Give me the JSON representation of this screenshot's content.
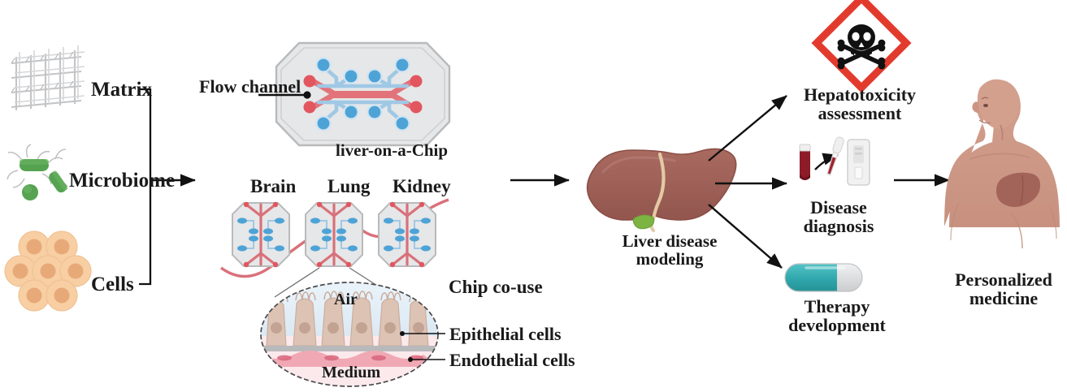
{
  "figure": {
    "title": "Liver-on-a-chip workflow schematic",
    "colors": {
      "arrow_black": "#111111",
      "chip_body": "#e6e7e8",
      "chip_border": "#b9babc",
      "vessel_red": "#e2737a",
      "port_red": "#e2565f",
      "channel_blue": "#9fc8e5",
      "well_blue": "#4ea3d6",
      "bacteria_green": "#4e9e4a",
      "cell_peach": "#f7cfa3",
      "cell_nucleus": "#e8a978",
      "matrix_gray": "#c9cacc",
      "liver_brown": "#9e5f56",
      "gallbladder_green": "#7cb342",
      "skin_tone": "#cf9b8a",
      "pill_teal": "#36b1b5",
      "pill_gray": "#dcdddf",
      "hazard_red": "#e23b2e",
      "blood_red": "#8e1c28",
      "epithelium_tan": "#ddc3b4",
      "endothelium_pink": "#f0a9b4",
      "air_blue": "#e3eef7",
      "medium_pink": "#fbe9ec",
      "membrane_gray": "#b8b9bb"
    },
    "inputs": {
      "bracket_label": "input-bracket",
      "items": [
        {
          "label": "Matrix",
          "icon": "matrix-mesh-icon"
        },
        {
          "label": "Microbiome",
          "icon": "bacteria-icon"
        },
        {
          "label": "Cells",
          "icon": "cell-cluster-icon"
        }
      ]
    },
    "chip_section": {
      "flow_channel_label": "Flow channel",
      "chip_caption": "liver-on-a-Chip",
      "co_use_caption": "Chip co-use",
      "organ_chips": [
        {
          "label": "Brain"
        },
        {
          "label": "Lung"
        },
        {
          "label": "Kidney"
        }
      ],
      "inset": {
        "top_label": "Air",
        "bottom_label": "Medium",
        "callouts": [
          {
            "label": "Epithelial cells"
          },
          {
            "label": "Endothelial cells"
          }
        ]
      }
    },
    "liver": {
      "caption_line1": "Liver  disease",
      "caption_line2": "modeling"
    },
    "outputs": [
      {
        "label_line1": "Hepatotoxicity",
        "label_line2": "assessment",
        "icon": "hazard-skull-icon"
      },
      {
        "label_line1": "Disease",
        "label_line2": "diagnosis",
        "icon": "blood-test-icon"
      },
      {
        "label_line1": "Therapy",
        "label_line2": "development",
        "icon": "capsule-pill-icon"
      }
    ],
    "outcome": {
      "label_line1": "Personalized",
      "label_line2": "medicine",
      "icon": "human-torso-icon"
    }
  }
}
